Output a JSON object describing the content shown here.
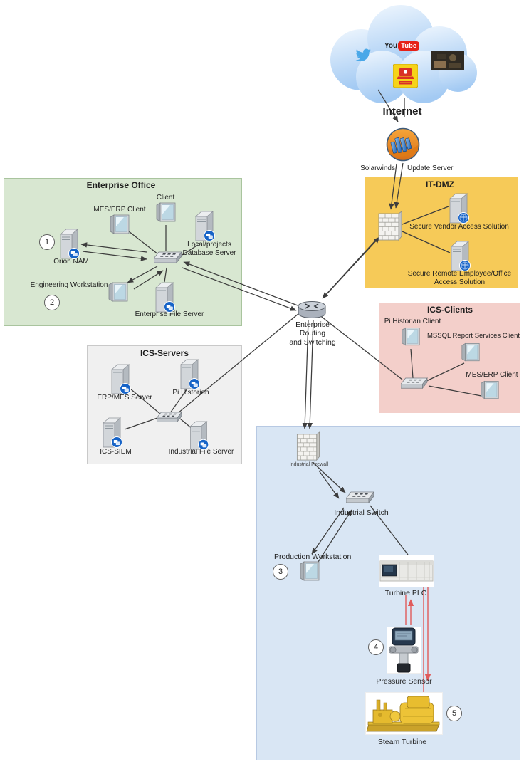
{
  "cloud": {
    "label": "Internet",
    "youtube_you": "You",
    "youtube_tube": "Tube",
    "icons": [
      "twitter-bird-icon",
      "youtube-logo",
      "news-photo",
      "malware-site-icon"
    ]
  },
  "gateway": {
    "left_label": "Solarwinds",
    "right_label": "Update Server",
    "icon": "solarwinds-orb-icon"
  },
  "router": {
    "label": "Enterprise\nRouting\nand Switching"
  },
  "zones": {
    "it_dmz": {
      "title": "IT-DMZ",
      "nodes": {
        "vendor": "Secure Vendor Access Solution",
        "remote": "Secure Remote Employee/Office Access Solution"
      }
    },
    "enterprise_office": {
      "title": "Enterprise Office",
      "nodes": {
        "mes_erp_client": "MES/ERP Client",
        "client": "Client",
        "local_db": "Local/projects Database Server",
        "orion": "Orion NAM",
        "eng_ws": "Engineering Workstation",
        "file_server": "Enterprise File Server"
      }
    },
    "ics_servers": {
      "title": "ICS-Servers",
      "nodes": {
        "erp_mes": "ERP/MES Server",
        "pi_historian": "Pi Historian",
        "ics_siem": "ICS-SIEM",
        "ind_file": "Industrial File Server"
      }
    },
    "ics_clients": {
      "title": "ICS-Clients",
      "nodes": {
        "pi_client": "Pi Historian Client",
        "mssql_client": "MSSQL Report Services Client",
        "mes_client": "MES/ERP Client"
      }
    },
    "industrial": {
      "nodes": {
        "firewall": "Industrial Firewall",
        "switch": "Industrial Switch",
        "prod_ws": "Production Workstation",
        "plc": "Turbine PLC",
        "sensor": "Pressure Sensor",
        "turbine": "Steam Turbine"
      }
    }
  },
  "callouts": {
    "c1": "1",
    "c2": "2",
    "c3": "3",
    "c4": "4",
    "c5": "5"
  },
  "colors": {
    "line": "#3d3d3d",
    "alert_arrow": "#e05b5b",
    "dmz_fill": "#f6ca58",
    "office_fill": "#d8e7d1",
    "servers_fill": "#f0f0f0",
    "clients_fill": "#f3cfca",
    "industrial_fill": "#d9e6f4"
  }
}
